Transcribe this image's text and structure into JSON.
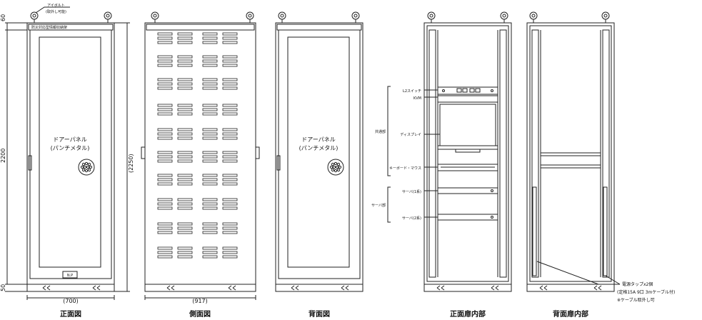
{
  "annotations": {
    "eyebolt": "アイボルト",
    "eyebolt_note": "(取外し可能)",
    "top_plate": "防災対応型情報収納架",
    "door_panel_line1": "ドアーパネル",
    "door_panel_line2": "(パンチメタル)",
    "nameplate": "N.P",
    "power_tap_line1": "電源タップx2個",
    "power_tap_line2": "(定格15A 9口 3mケーブル付)",
    "power_tap_line3": "※ケーブル取外し可"
  },
  "dimensions": {
    "top": "60",
    "height": "2200",
    "bottom": "50",
    "overall": "(2250)",
    "width_front": "(700)",
    "width_side": "(917)"
  },
  "equipment": {
    "l2_switch": "L2スイッチ",
    "kvm": "KVM",
    "display": "ディスプレイ",
    "keyboard_mouse": "キーボード・マウス",
    "server1": "サーバ(1系)",
    "server2": "サーバ(2系)",
    "shared_group": "共通部",
    "server_group": "サーバ部"
  },
  "view_titles": {
    "front": "正面図",
    "side": "側面図",
    "back": "背面図",
    "front_interior": "正面扉内部",
    "back_interior": "背面扉内部"
  }
}
